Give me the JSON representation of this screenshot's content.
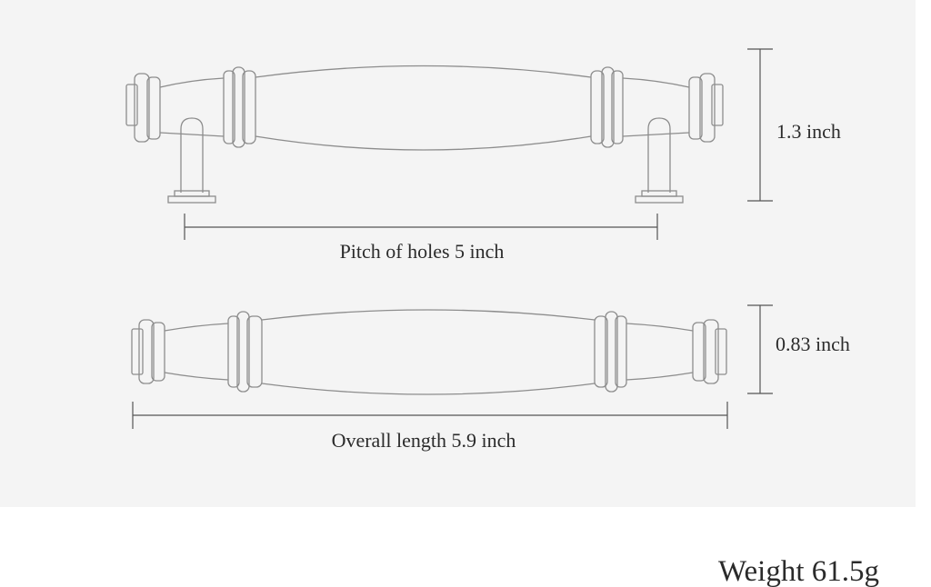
{
  "labels": {
    "height_top": "1.3 inch",
    "pitch": "Pitch of holes 5 inch",
    "height_bottom": "0.83 inch",
    "overall_length": "Overall length 5.9 inch",
    "weight": "Weight 61.5g"
  },
  "colors": {
    "panel": "#f4f4f4",
    "outline": "#8d8d8d",
    "dimension": "#555555",
    "text": "#2b2b2b"
  }
}
